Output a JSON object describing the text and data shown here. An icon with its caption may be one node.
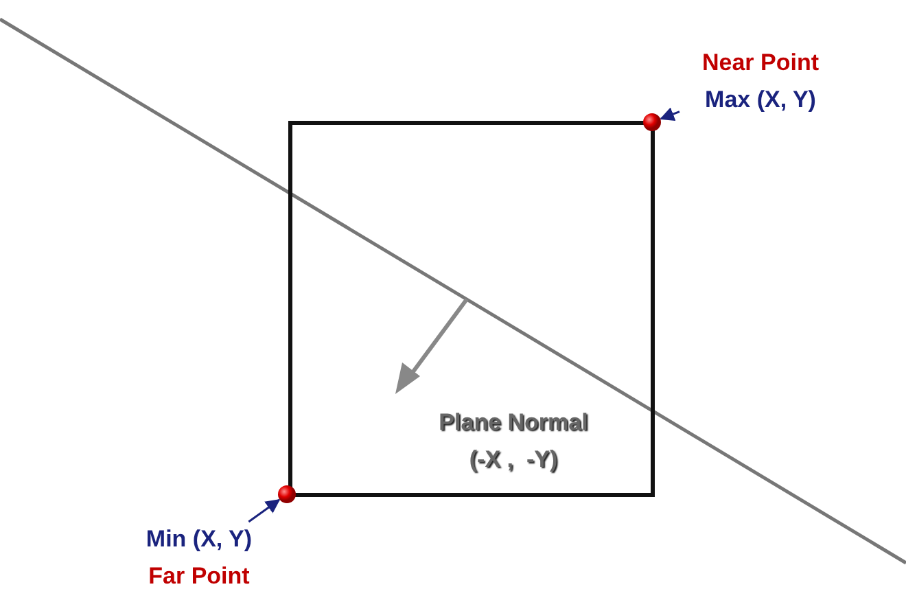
{
  "diagram": {
    "nodes": [
      {
        "text": [],
        "shape": "box"
      },
      {
        "text": [
          "Near Point",
          "Max (X, Y)"
        ]
      },
      {
        "text": [],
        "shape": "circle"
      },
      {
        "text": [],
        "shape": "circle"
      },
      {
        "text": [
          "Min (X, Y)",
          "Far Point"
        ]
      }
    ],
    "edges": [
      {
        "from": 1,
        "to": 2,
        "arrow": "to"
      },
      {
        "from": 4,
        "to": 3,
        "arrow": "to"
      }
    ],
    "labels": [
      "Plane Normal",
      "(-X ,  -Y)"
    ]
  }
}
